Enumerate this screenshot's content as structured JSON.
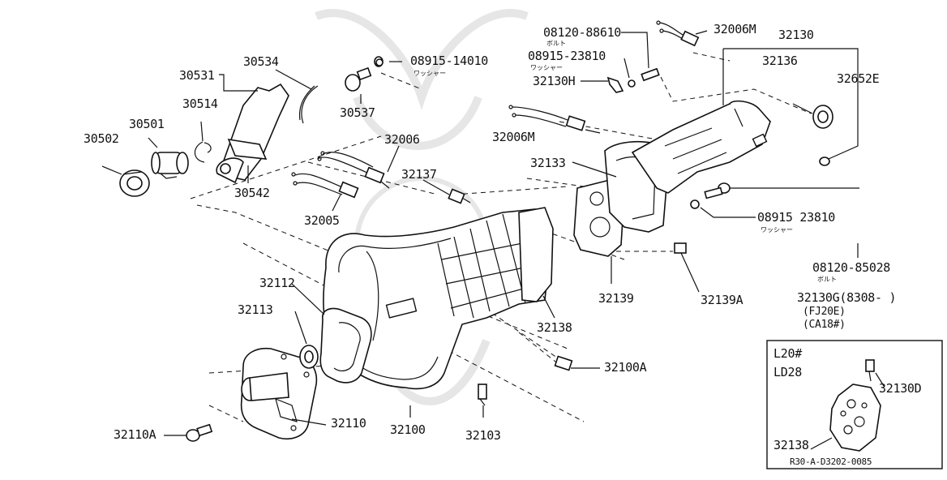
{
  "labels": {
    "p30502": "30502",
    "p30501": "30501",
    "p30514": "30514",
    "p30531": "30531",
    "p30534": "30534",
    "p30542": "30542",
    "p30537": "30537",
    "p08915_14010": "08915-14010",
    "washer_1": "ワッシャー",
    "p32006": "32006",
    "p32005": "32005",
    "p32137": "32137",
    "p32112": "32112",
    "p32113": "32113",
    "p32110": "32110",
    "p32110A": "32110A",
    "p32100": "32100",
    "p32103": "32103",
    "p32100A": "32100A",
    "p32138": "32138",
    "p32139": "32139",
    "p32139A": "32139A",
    "p32133": "32133",
    "p32006M_top": "32006M",
    "p32006M_mid": "32006M",
    "p08120_88610": "08120-88610",
    "bolt_1": "ボルト",
    "p08915_23810_top": "08915-23810",
    "washer_2": "ワッシャー",
    "p32130H": "32130H",
    "p32130": "32130",
    "p32136": "32136",
    "p32652E": "32652E",
    "p08915_23810_mid": "08915 23810",
    "washer_3": "ワッシャー",
    "p08120_85028": "08120-85028",
    "bolt_2": "ボルト",
    "p32130G": "32130G(8308-  )",
    "fj20e": "(FJ20E)",
    "ca18": "(CA18#)"
  },
  "inset": {
    "line1": "L20#",
    "line2": "LD28",
    "p32130D": "32130D",
    "p32138": "32138"
  },
  "code": "R30-A-D3202-0085"
}
